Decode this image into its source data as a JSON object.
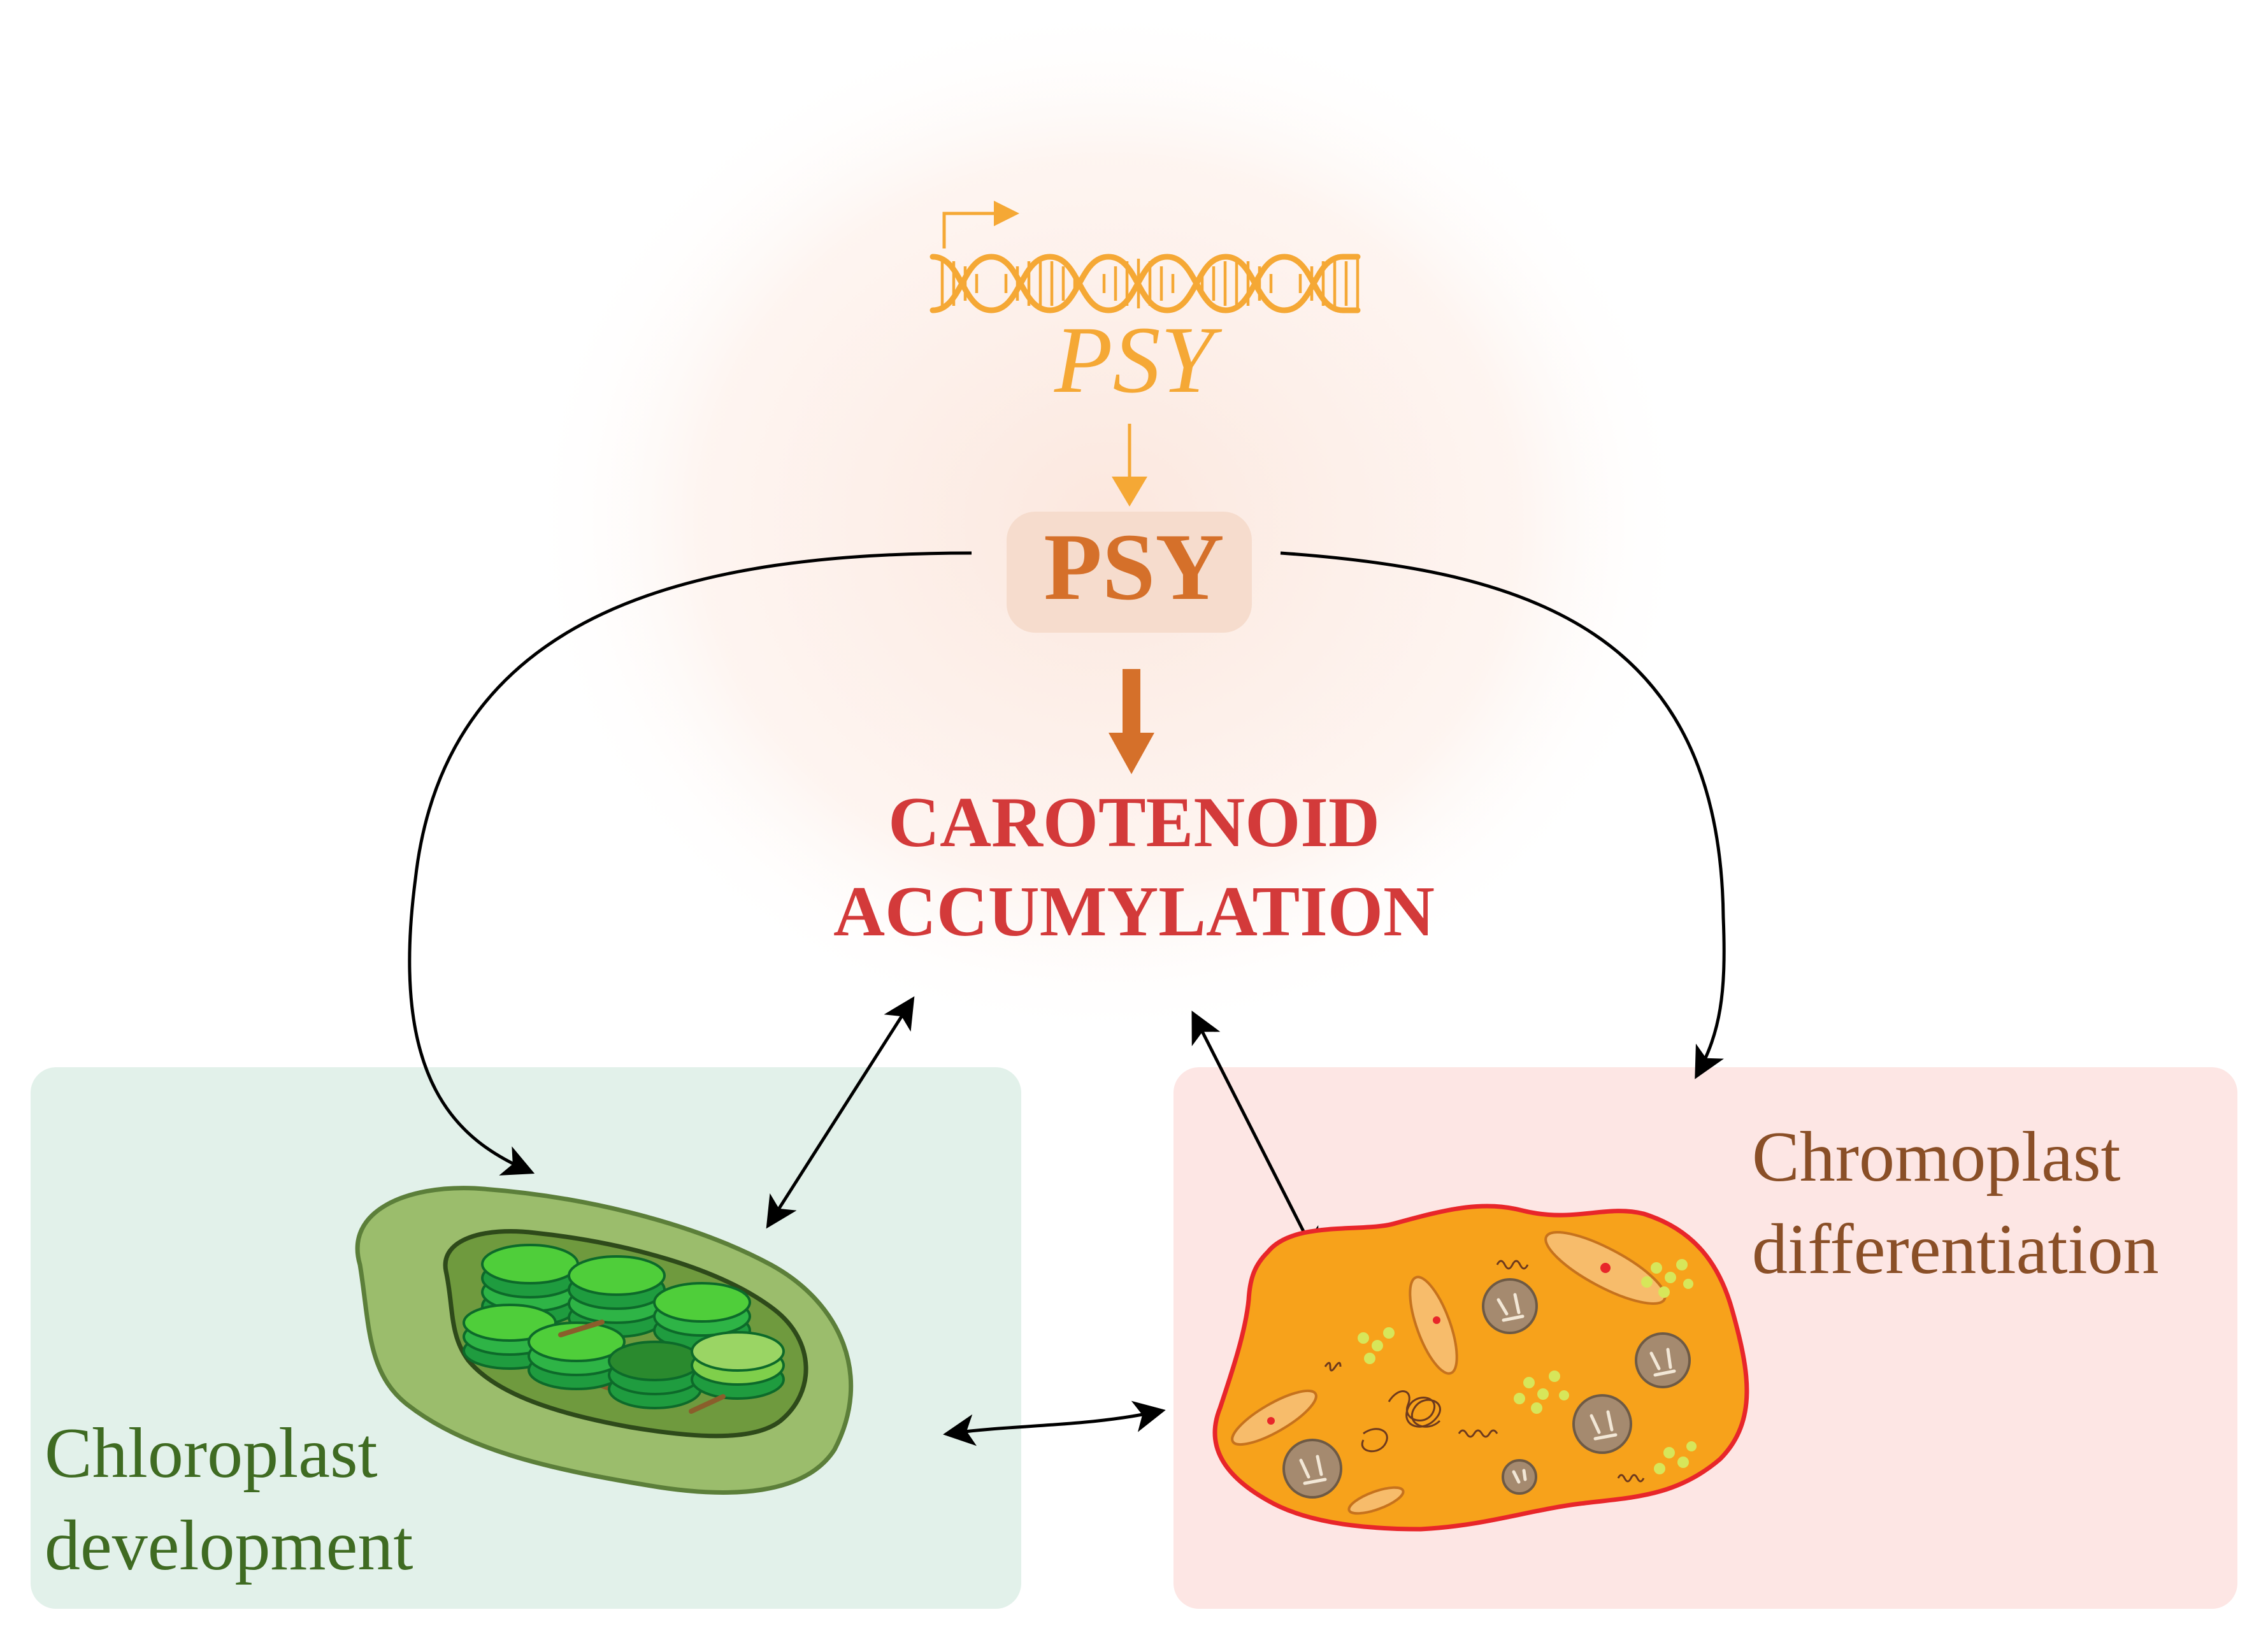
{
  "gene": {
    "name": "PSY"
  },
  "protein": {
    "name": "PSY"
  },
  "outcome": {
    "line1": "CAROTENOID",
    "line2": "ACCUMYLATION"
  },
  "chloroplast_panel": {
    "line1": "Chloroplast",
    "line2": "development"
  },
  "chromoplast_panel": {
    "line1": "Chromoplast",
    "line2": "differentiation"
  },
  "colors": {
    "gene": "#f5a835",
    "protein_text": "#d5702a",
    "protein_box": "#f6dccd",
    "accumulation_arrow": "#d5702a",
    "outcome_text": "#d33a3a",
    "chloroplast_panel": "#e2f1ea",
    "chloroplast_text": "#3f6b22",
    "chromoplast_panel": "#fde6e4",
    "chromoplast_text": "#8a4f27",
    "regulatory_arrows": "#000000"
  }
}
